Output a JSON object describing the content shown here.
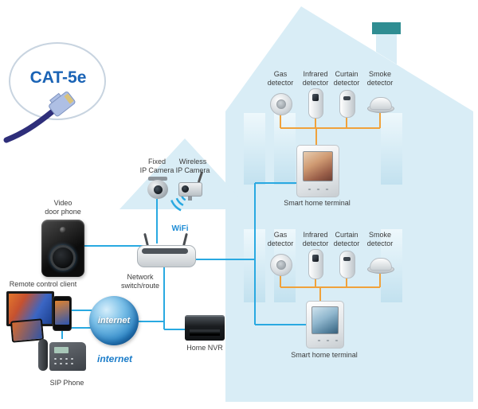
{
  "badge": {
    "cat5e": "CAT-5e"
  },
  "left": {
    "door_phone_l1": "Video",
    "door_phone_l2": "door phone",
    "remote_client": "Remote control client",
    "globe_text": "internet",
    "internet_caption": "internet",
    "sip_phone": "SIP Phone"
  },
  "network": {
    "fixed_cam_l1": "Fixed",
    "fixed_cam_l2": "IP Camera",
    "wireless_cam_l1": "Wireless",
    "wireless_cam_l2": "IP Camera",
    "wifi": "WiFi",
    "switch_l1": "Network",
    "switch_l2": "switch/route",
    "nvr": "Home NVR"
  },
  "floors": {
    "upper": {
      "detectors": [
        {
          "l1": "Gas",
          "l2": "detector"
        },
        {
          "l1": "Infrared",
          "l2": "detector"
        },
        {
          "l1": "Curtain",
          "l2": "detector"
        },
        {
          "l1": "Smoke",
          "l2": "detector"
        }
      ],
      "terminal": "Smart home terminal"
    },
    "lower": {
      "detectors": [
        {
          "l1": "Gas",
          "l2": "detector"
        },
        {
          "l1": "Infrared",
          "l2": "detector"
        },
        {
          "l1": "Curtain",
          "l2": "detector"
        },
        {
          "l1": "Smoke",
          "l2": "detector"
        }
      ],
      "terminal": "Smart home terminal"
    }
  },
  "colors": {
    "house_fill": "#d9edf6",
    "window_fill": "#c2e1ef",
    "network_line": "#29a9e1",
    "alarm_line": "#f0a23b",
    "accent_blue": "#1a63b5",
    "internet_blue": "#1a7cc9"
  }
}
